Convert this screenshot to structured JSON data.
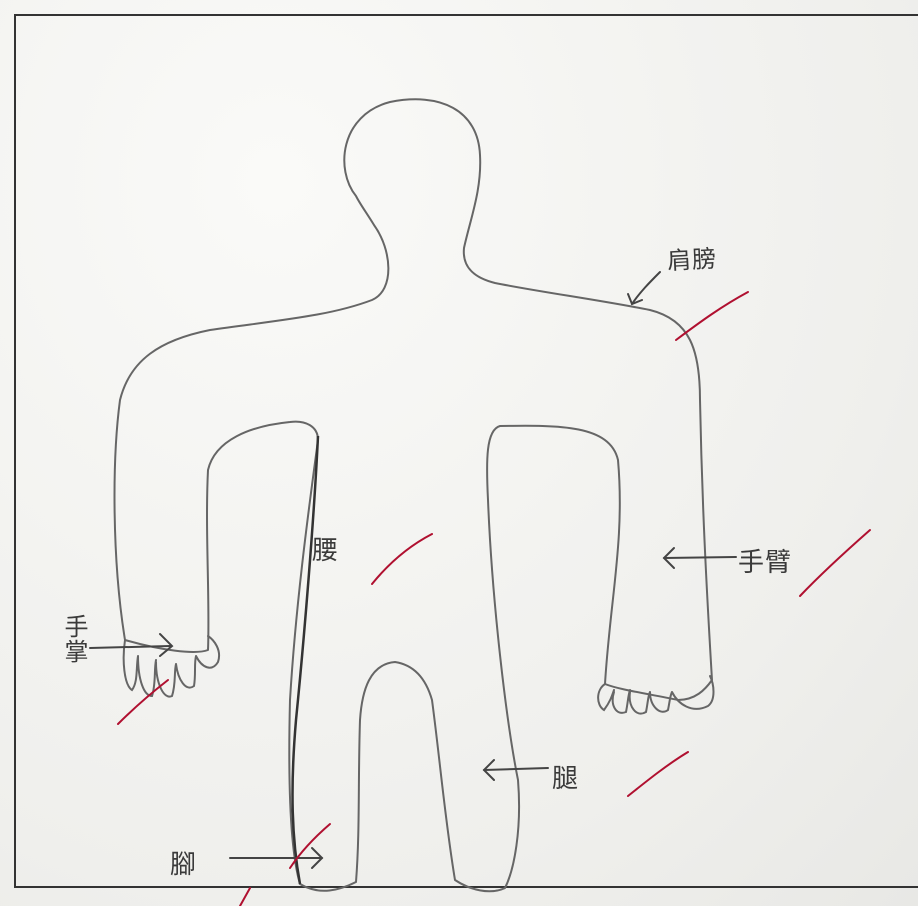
{
  "worksheet": {
    "labels": {
      "shoulder": "肩膀",
      "waist": "腰",
      "arm": "手臂",
      "palm": "手掌",
      "leg": "腿",
      "foot": "腳"
    }
  },
  "colors": {
    "pencil": "#555555",
    "check": "#b01030",
    "paper": "#f4f4f2"
  },
  "icons": [
    "arrow-icon",
    "check-mark-icon"
  ]
}
